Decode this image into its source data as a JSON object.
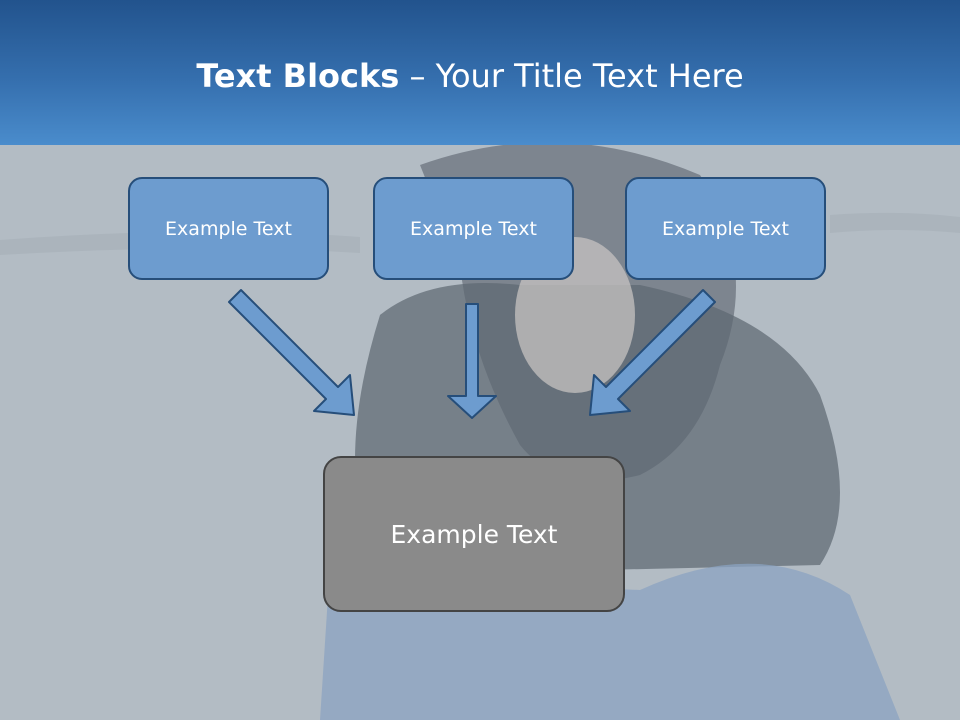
{
  "slide": {
    "title_bold": "Text Blocks",
    "title_rest": " – Your Title Text Here"
  },
  "blocks": [
    {
      "label": "Example Text"
    },
    {
      "label": "Example Text"
    },
    {
      "label": "Example Text"
    }
  ],
  "target": {
    "label": "Example Text"
  },
  "colors": {
    "header": "#2f66a5",
    "box_fill": "#6d9ccf",
    "box_border": "#264e7a",
    "arrow_fill": "#6d9ccf",
    "target_fill": "#8a8a8a"
  }
}
